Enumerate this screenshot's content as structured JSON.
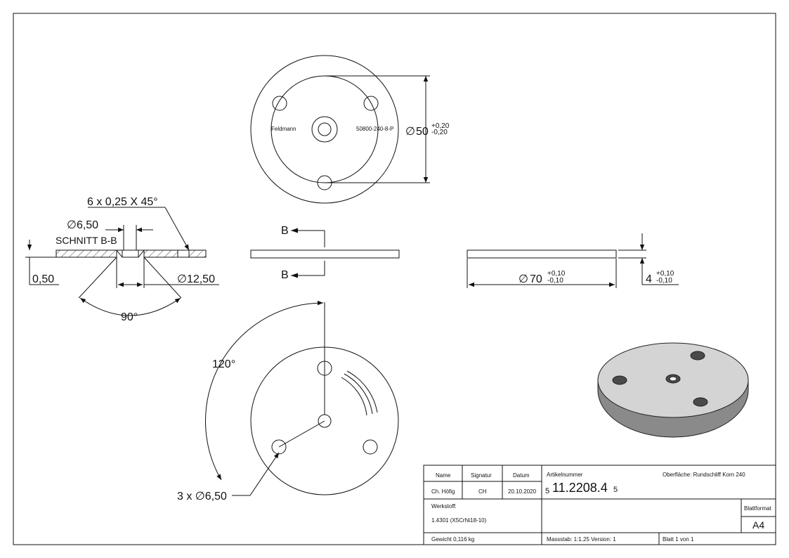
{
  "views": {
    "top": {
      "mark_left": "Feldmann",
      "mark_right": "50800-240-8-P",
      "dia_symbol": "∅",
      "dia_value": "50",
      "tol_upper": "+0,20",
      "tol_lower": "-0,20"
    },
    "section": {
      "chamfer": "6 x 0,25 X 45°",
      "hole_dia": "∅6,50",
      "title": "SCHNITT B-B",
      "depth": "0,50",
      "cbore_dia": "∅12,50",
      "angle": "90°"
    },
    "front": {
      "section_mark_top": "B",
      "section_mark_bottom": "B"
    },
    "side": {
      "dia_symbol": "∅",
      "dia_value": "70",
      "dia_tol_upper": "+0,10",
      "dia_tol_lower": "-0,10",
      "thickness": "4",
      "thk_tol_upper": "+0,10",
      "thk_tol_lower": "-0,10"
    },
    "bottom": {
      "angle": "120°",
      "holes": "3 x ∅6,50"
    }
  },
  "title_block": {
    "name_label": "Name",
    "signatur_label": "Signatur",
    "datum_label": "Datum",
    "name": "Ch. Höfig",
    "signatur": "CH",
    "datum": "20.10.2020",
    "artikel_label": "Artikelnummer",
    "artikel": "11.2208.4",
    "artikel_prefix": "5",
    "artikel_suffix": "5",
    "oberflaeche": "Oberfläche:  Rundschliff Korn 240",
    "werkstoff_label": "Werkstoff:",
    "werkstoff": "1.4301 (X5CrNi18-10)",
    "blattformat_label": "Blattformat",
    "blattformat": "A4",
    "gewicht": "Gewicht 0,116 kg",
    "massstab": "Massstab: 1:1.25   Version: 1",
    "blatt": "Blatt 1 von 1"
  }
}
